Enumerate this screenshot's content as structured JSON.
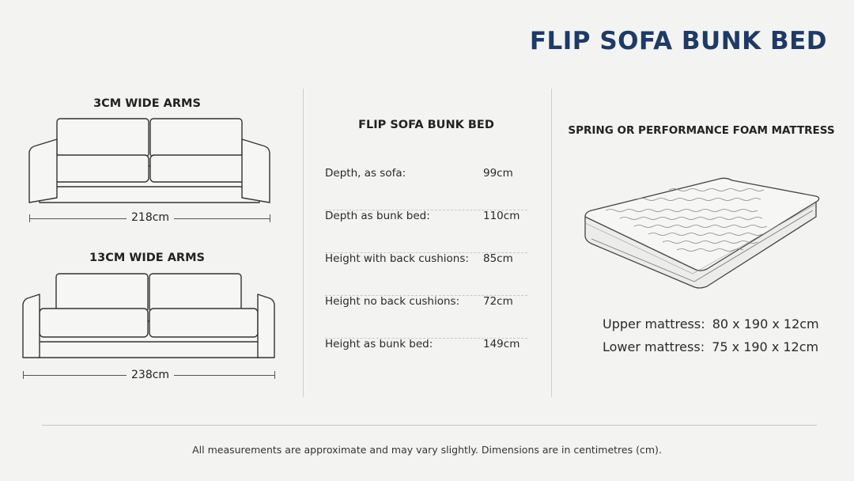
{
  "title": "FLIP SOFA BUNK BED",
  "sofas": [
    {
      "heading": "3CM WIDE ARMS",
      "width_label": "218cm"
    },
    {
      "heading": "13CM WIDE ARMS",
      "width_label": "238cm"
    }
  ],
  "specs": {
    "heading": "FLIP SOFA BUNK BED",
    "rows": [
      {
        "label": "Depth, as sofa:",
        "value": "99cm"
      },
      {
        "label": "Depth as bunk bed:",
        "value": "110cm"
      },
      {
        "label": "Height with back cushions:",
        "value": "85cm"
      },
      {
        "label": "Height no back cushions:",
        "value": "72cm"
      },
      {
        "label": "Height as bunk bed:",
        "value": "149cm"
      }
    ]
  },
  "mattress": {
    "heading": "SPRING OR PERFORMANCE FOAM MATTRESS",
    "upper_label": "Upper mattress:",
    "upper_value": "80 x 190 x 12cm",
    "lower_label": "Lower mattress:",
    "lower_value": "75 x 190 x 12cm"
  },
  "footer": "All measurements are approximate and may vary slightly. Dimensions are in centimetres (cm).",
  "colors": {
    "title": "#1e3a66",
    "background": "#f3f3f1"
  }
}
